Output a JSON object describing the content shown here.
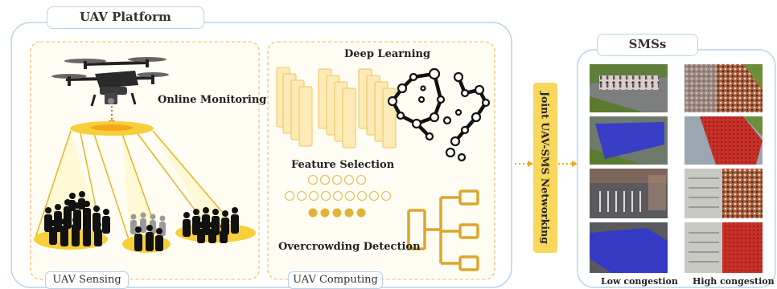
{
  "uav_platform": {
    "title": "UAV Platform",
    "sensing": {
      "title": "UAV Sensing",
      "label": "Online Monitoring"
    },
    "computing": {
      "title": "UAV Computing",
      "labels": {
        "deep_learning": "Deep Learning",
        "feature_selection": "Feature Selection",
        "overcrowding_detection": "Overcrowding Detection"
      }
    }
  },
  "link": {
    "label": "Joint UAV-SMS Networking"
  },
  "sms": {
    "title": "SMSs",
    "columns": [
      "Low congestion",
      "High congestion"
    ]
  },
  "colors": {
    "gold": "#e6b422",
    "cone": "#f7cf3a",
    "panel_border": "#b9d2e8",
    "dashed_border": "#f2c66a",
    "link_bar": "#f9d65c",
    "crowd_overlay": "#2f35d6",
    "dense_red": "#c8302a"
  }
}
